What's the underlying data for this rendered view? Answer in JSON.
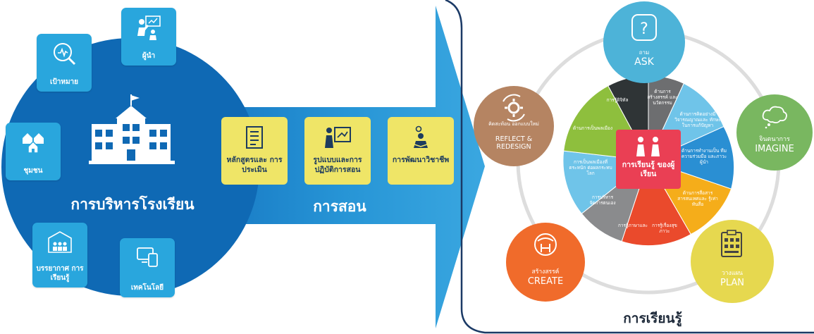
{
  "admin": {
    "title": "การบริหารโรงเรียน",
    "tiles": [
      {
        "label": "เป้าหมาย",
        "icon": "goal-chart-icon"
      },
      {
        "label": "ผู้นำ",
        "icon": "leader-presenting-icon"
      },
      {
        "label": "ชุมชน",
        "icon": "community-houses-icon"
      },
      {
        "label": "บรรยากาศ การเรียนรู้",
        "icon": "classroom-atmosphere-icon"
      },
      {
        "label": "เทคโนโลยี",
        "icon": "technology-devices-icon"
      }
    ]
  },
  "teaching": {
    "title": "การสอน",
    "boxes": [
      {
        "label": "หลักสูตรและ การประเมิน",
        "icon": "document-list-icon"
      },
      {
        "label": "รูปแบบและการ ปฏิบัติการสอน",
        "icon": "teacher-board-icon"
      },
      {
        "label": "การพัฒนาวิชาชีพ",
        "icon": "professional-development-icon"
      }
    ]
  },
  "learning": {
    "title": "การเรียนรู้",
    "center_label": "การเรียนรู้ ของผู้เรียน",
    "cycle": [
      {
        "thai": "ถาม",
        "en": "ASK",
        "color": "#4db3d8"
      },
      {
        "thai": "จินตนาการ",
        "en": "IMAGINE",
        "color": "#79b760"
      },
      {
        "thai": "วางแผน",
        "en": "PLAN",
        "color": "#e6d84f"
      },
      {
        "thai": "สร้างสรรค์",
        "en": "CREATE",
        "color": "#f06b2b"
      },
      {
        "thai": "คิดสะท้อน ออกแบบใหม่",
        "en": "REFLECT & REDESIGN",
        "color": "#b58462"
      }
    ],
    "segments": [
      "การรู้ดิจิทัล",
      "ด้านการ สร้างสรรค์ และ นวัตกรรม",
      "ด้านการคิดอย่างมี วิจารณญาณและ ทักษะในการแก้ปัญหา",
      "ด้านการทำงานเป็น ทีม ความร่วมมือ และภาวะผู้นำ",
      "ด้านการสื่อสาร สารสนเทศและ รู้เท่าทันสื่อ",
      "การรู้เรื่องสุขภาวะ",
      "การรู้ภาษาและ",
      "การบริหาร จัดการตนเอง",
      "การเป็นพลเมืองที่ตระหนัก ต่อผลกระทบโลก",
      "ด้านการเป็นพลเมือง"
    ]
  },
  "colors": {
    "primary_blue": "#0f69b4",
    "tile_blue": "#29a6dd",
    "yellow_box": "#efe567",
    "center_red": "#ea3f54",
    "ring_gray": "#dddddd",
    "frame_navy": "#1b3a66"
  }
}
